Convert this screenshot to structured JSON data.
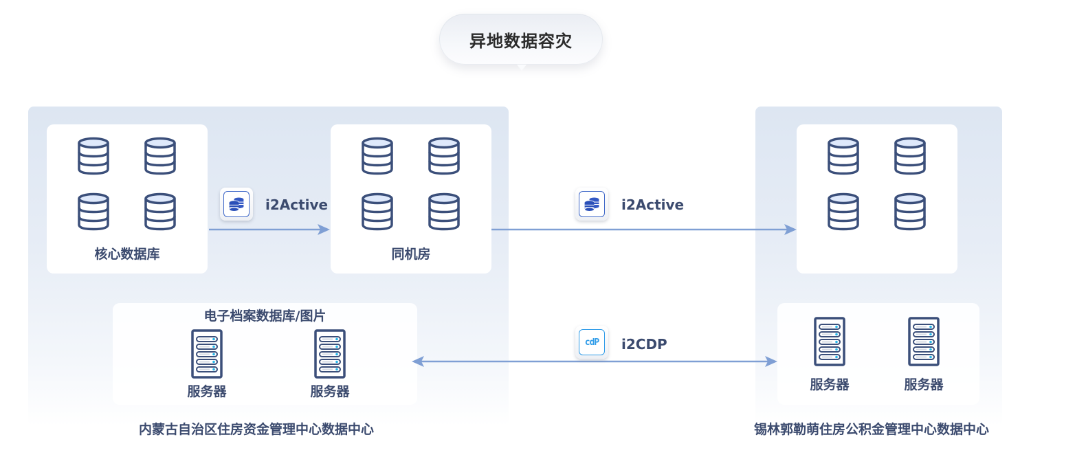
{
  "title": "异地数据容灾",
  "colors": {
    "arrow": "#7f9fd4",
    "icon_stroke": "#3b4f7a",
    "icon_fill_top": "#dfe9fb",
    "server_led": "#29b6e8",
    "text": "#3b4a6e"
  },
  "left_site": {
    "name": "内蒙古自治区住房资金管理中心数据中心",
    "core_db": {
      "label": "核心数据库",
      "icons": [
        "database-icon",
        "database-icon",
        "database-icon",
        "database-icon"
      ]
    },
    "same_room": {
      "label": "同机房",
      "icons": [
        "database-icon",
        "database-icon",
        "database-icon",
        "database-icon"
      ]
    },
    "archive": {
      "title": "电子档案数据库/图片",
      "servers": [
        {
          "label": "服务器"
        },
        {
          "label": "服务器"
        }
      ]
    }
  },
  "right_site": {
    "name": "锡林郭勒萌住房公积金管理中心数据中心",
    "db_group": {
      "icons": [
        "database-icon",
        "database-icon",
        "database-icon",
        "database-icon"
      ]
    },
    "servers": [
      {
        "label": "服务器"
      },
      {
        "label": "服务器"
      }
    ]
  },
  "links": [
    {
      "label": "i2Active",
      "icon": "i2active-icon",
      "from": "核心数据库",
      "to": "同机房",
      "direction": "one-way"
    },
    {
      "label": "i2Active",
      "icon": "i2active-icon",
      "from": "同机房",
      "to": "remote-db-group",
      "direction": "one-way"
    },
    {
      "label": "i2CDP",
      "icon": "cdp-icon",
      "icon_text": "cdP",
      "from": "电子档案数据库/图片",
      "to": "remote-servers",
      "direction": "two-way"
    }
  ]
}
